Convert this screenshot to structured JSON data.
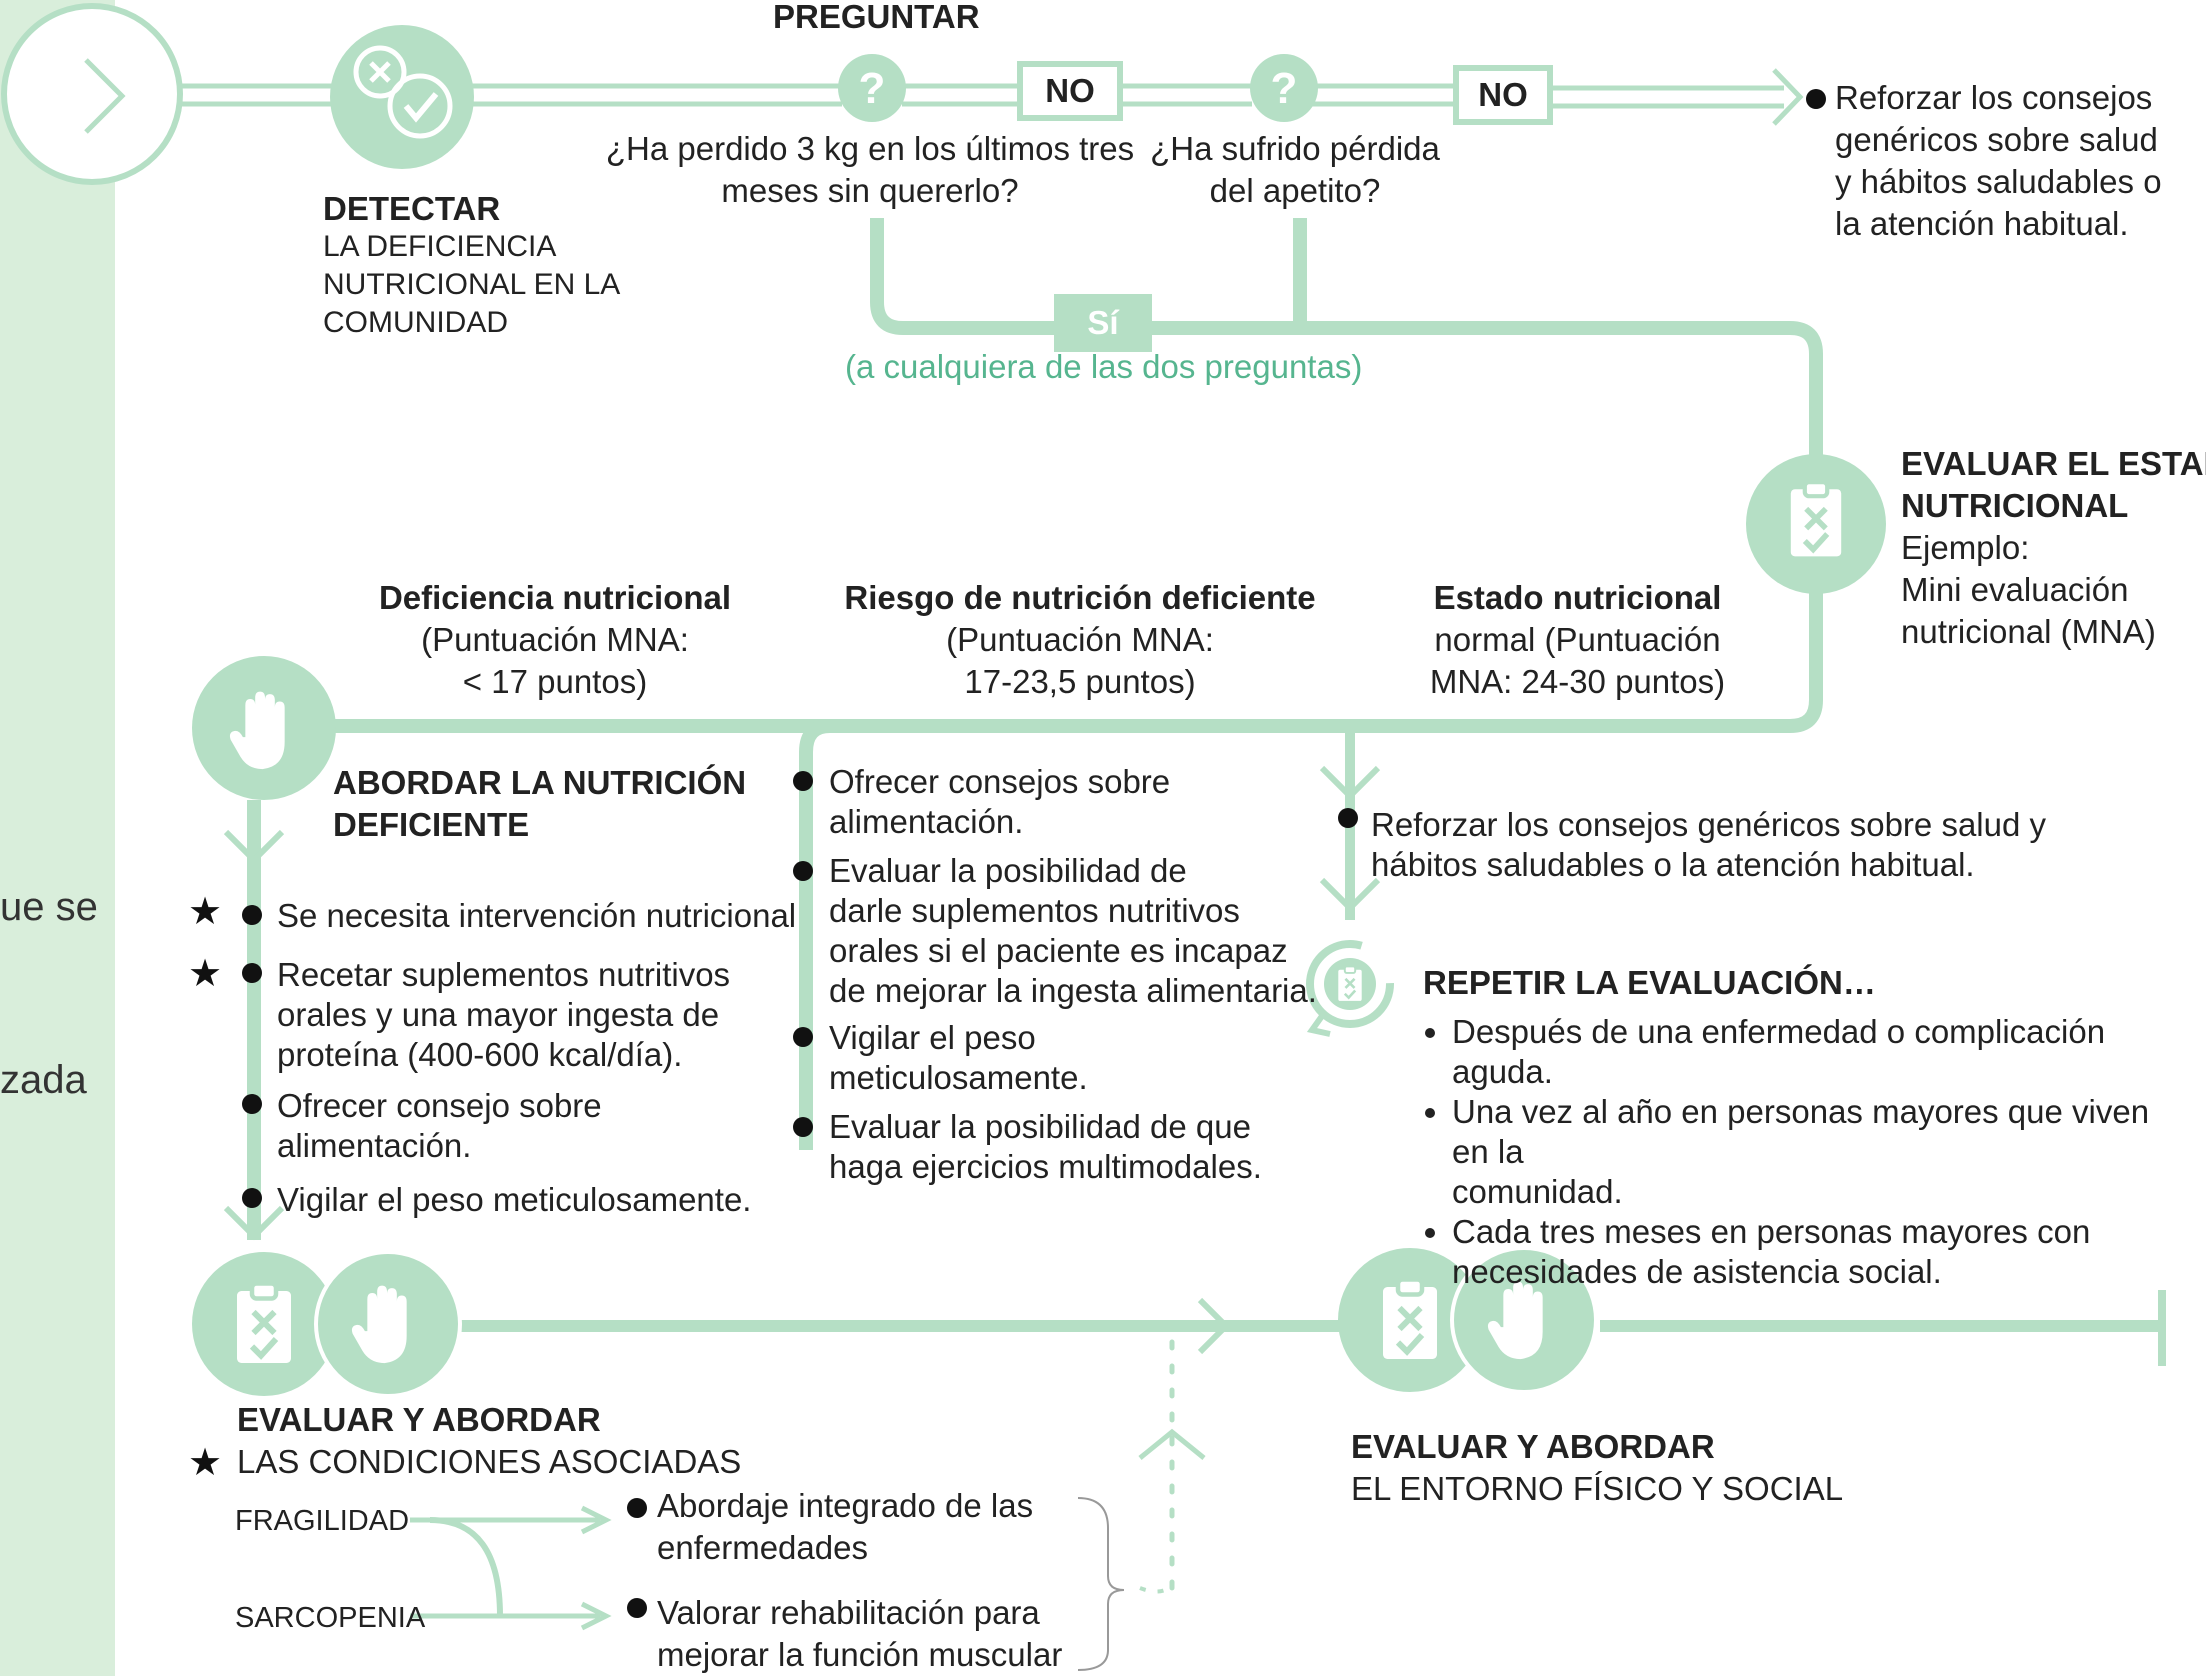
{
  "colors": {
    "accent": "#b5dfc5",
    "accent_dark": "#56b58f",
    "sidebar": "#d9eedb",
    "text": "#222222"
  },
  "sidebar": {
    "fragment_1": "ue se",
    "fragment_2": "zada"
  },
  "preguntar": {
    "title": "PREGUNTAR",
    "question_1": "¿Ha perdido 3 kg en los últimos tres meses sin quererlo?",
    "question_2": "¿Ha sufrido pérdida del apetito?",
    "no_label_1": "NO",
    "no_label_2": "NO",
    "si_label": "Sí",
    "si_note": "(a cualquiera de las dos preguntas)"
  },
  "detectar": {
    "title": "DETECTAR",
    "line1": "LA DEFICIENCIA",
    "line2": "NUTRICIONAL EN LA",
    "line3": "COMUNIDAD"
  },
  "reforzar_top": [
    "Reforzar los consejos",
    "genéricos sobre salud",
    "y hábitos saludables o",
    "la atención habitual."
  ],
  "evaluar_estado": {
    "title1": "EVALUAR EL ESTADO",
    "title2": "NUTRICIONAL",
    "line1": "Ejemplo:",
    "line2": "Mini evaluación",
    "line3": "nutricional (MNA)"
  },
  "categories": {
    "deficiencia": {
      "title": "Deficiencia nutricional",
      "line1": "(Puntuación MNA:",
      "line2": "< 17 puntos)"
    },
    "riesgo": {
      "title": "Riesgo de nutrición deficiente",
      "line1": "(Puntuación MNA:",
      "line2": "17-23,5 puntos)"
    },
    "normal": {
      "title": "Estado nutricional",
      "line1": "normal (Puntuación",
      "line2": "MNA: 24-30 puntos)"
    }
  },
  "abordar": {
    "title1": "ABORDAR LA NUTRICIÓN",
    "title2": "DEFICIENTE",
    "items": [
      [
        "Se necesita intervención nutricional"
      ],
      [
        "Recetar suplementos nutritivos",
        "orales y una mayor ingesta de",
        "proteína (400-600 kcal/día)."
      ],
      [
        "Ofrecer consejo sobre",
        "alimentación."
      ],
      [
        "Vigilar el peso meticulosamente."
      ]
    ]
  },
  "riesgo_items": [
    [
      "Ofrecer consejos sobre",
      "alimentación."
    ],
    [
      "Evaluar la posibilidad de",
      "darle suplementos  nutritivos",
      "orales si el  paciente es incapaz",
      "de mejorar la ingesta alimentaria."
    ],
    [
      "Vigilar el peso",
      "meticulosamente."
    ],
    [
      "Evaluar la posibilidad de que",
      "haga ejercicios multimodales."
    ]
  ],
  "normal_item": [
    "Reforzar los consejos genéricos sobre salud y",
    "hábitos saludables o la atención habitual."
  ],
  "repetir": {
    "title": "REPETIR LA EVALUACIÓN…",
    "items": [
      [
        "Después de una enfermedad o complicación aguda."
      ],
      [
        "Una vez al año en personas mayores que viven en la",
        "comunidad."
      ],
      [
        "Cada tres meses en personas mayores con",
        "necesidades de asistencia social."
      ]
    ]
  },
  "condiciones": {
    "title": "EVALUAR Y ABORDAR",
    "subtitle": "LAS CONDICIONES ASOCIADAS",
    "fragilidad": "FRAGILIDAD",
    "sarcopenia": "SARCOPENIA",
    "item1": [
      "Abordaje integrado de las",
      "enfermedades"
    ],
    "item2": [
      "Valorar rehabilitación para",
      "mejorar la función muscular"
    ]
  },
  "entorno": {
    "title": "EVALUAR Y ABORDAR",
    "subtitle": "EL ENTORNO FÍSICO Y SOCIAL"
  },
  "icons": {
    "detect": "check-x-icon",
    "question": "question-icon",
    "clipboard": "clipboard-icon",
    "hand": "hand-icon",
    "repeat": "repeat-clipboard-icon",
    "arrow": "arrow-icon"
  }
}
